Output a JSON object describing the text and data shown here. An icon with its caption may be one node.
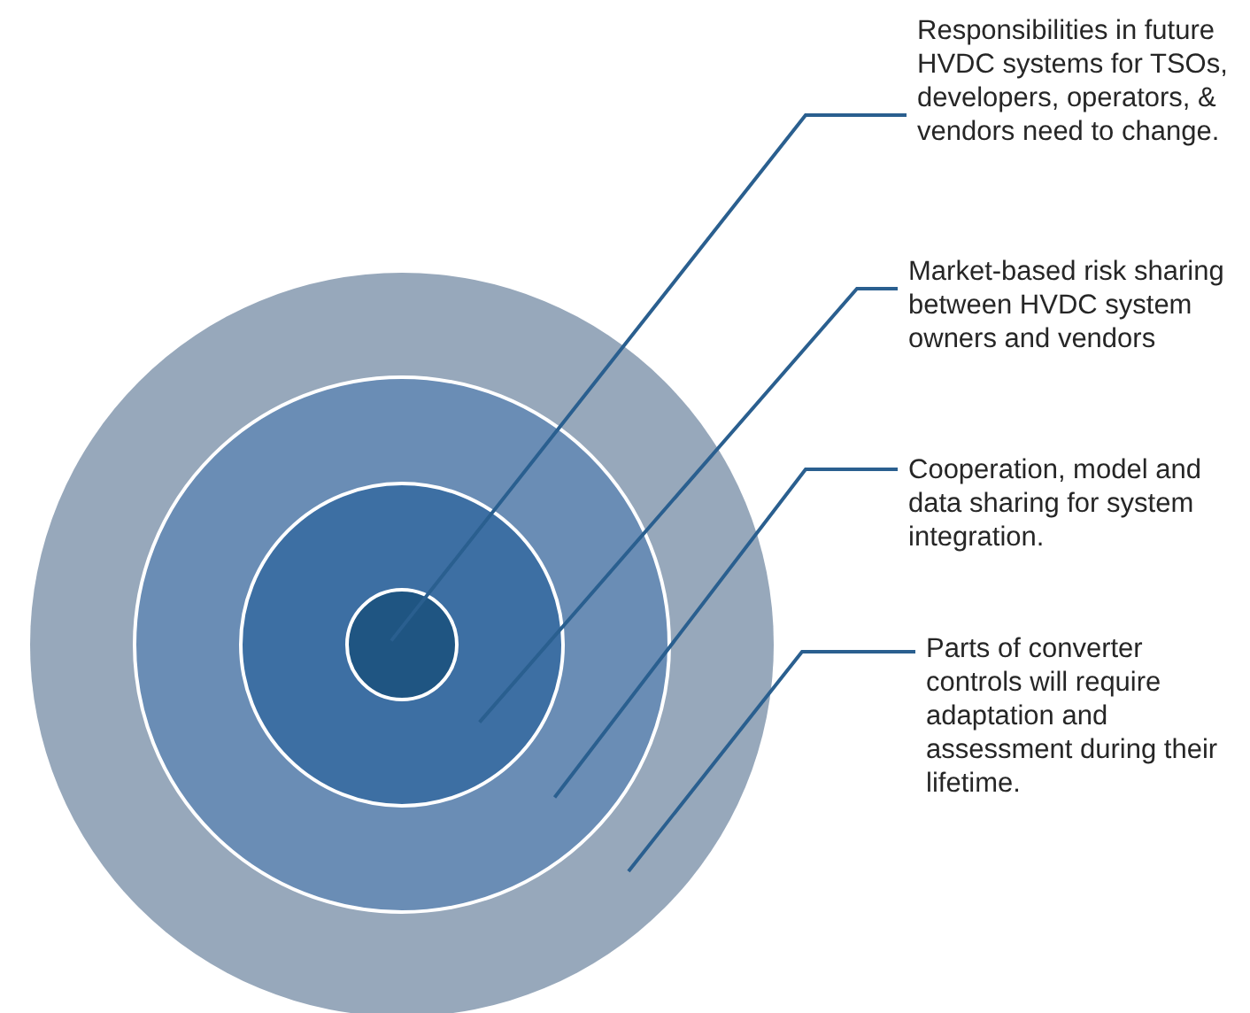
{
  "diagram": {
    "nodes": [
      {
        "text": [],
        "shape": "circle"
      },
      {
        "text": [],
        "shape": "circle",
        "in": 0
      },
      {
        "text": [],
        "shape": "circle",
        "in": 1
      },
      {
        "text": [],
        "shape": "circle",
        "in": 2
      },
      {
        "text": [
          "Responsibilities in future HVDC systems for TSOs,  developers, operators, & vendors need to change."
        ]
      },
      {
        "text": [
          "Market-based risk sharing between HVDC system owners and vendors"
        ]
      },
      {
        "text": [
          "Cooperation, model and data sharing for system integration."
        ]
      },
      {
        "text": [
          "Parts of converter controls will require adaptation and assessment during their lifetime."
        ]
      }
    ],
    "edges": [
      {
        "from": 4,
        "to": 3,
        "arrow": "none"
      },
      {
        "from": 5,
        "to": 2,
        "arrow": "none"
      },
      {
        "from": 6,
        "to": 1,
        "arrow": "none"
      },
      {
        "from": 7,
        "to": 0,
        "arrow": "none"
      }
    ]
  }
}
